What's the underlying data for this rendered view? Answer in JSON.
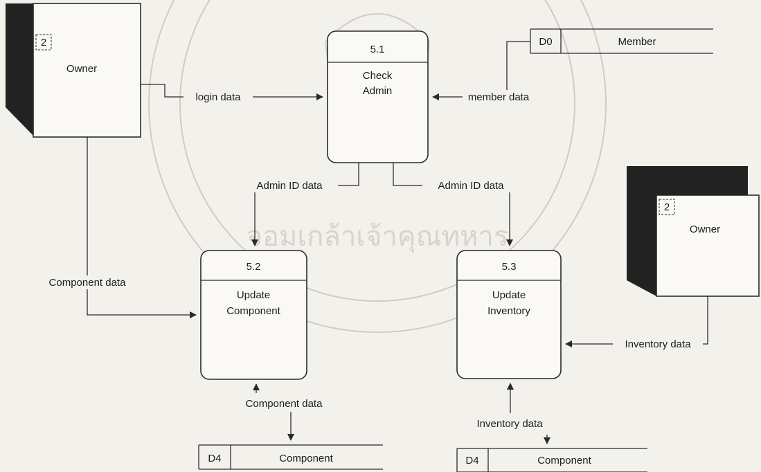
{
  "externals": [
    {
      "id": "ext1",
      "num": "2",
      "name": "Owner"
    },
    {
      "id": "ext2",
      "num": "2",
      "name": "Owner"
    }
  ],
  "processes": [
    {
      "id": "p51",
      "num": "5.1",
      "line1": "Check",
      "line2": "Admin"
    },
    {
      "id": "p52",
      "num": "5.2",
      "line1": "Update",
      "line2": "Component"
    },
    {
      "id": "p53",
      "num": "5.3",
      "line1": "Update",
      "line2": "Inventory"
    }
  ],
  "stores": [
    {
      "id": "s1",
      "code": "D0",
      "name": "Member"
    },
    {
      "id": "s2",
      "code": "D4",
      "name": "Component"
    },
    {
      "id": "s3",
      "code": "D4",
      "name": "Component"
    }
  ],
  "flows": {
    "login": "login data",
    "member": "member data",
    "admin_left": "Admin ID data",
    "admin_right": "Admin ID data",
    "component_owner": "Component data",
    "component_store": "Component data",
    "inventory_owner": "Inventory data",
    "inventory_store": "Inventory data"
  },
  "watermark": {
    "text": "จอมเกล้าเจ้าคุณทหาร"
  }
}
